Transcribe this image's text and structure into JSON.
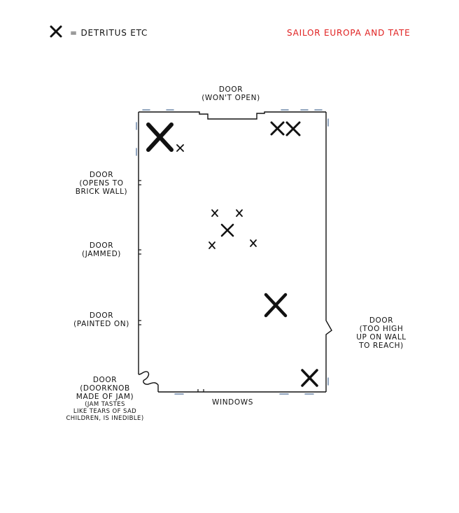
{
  "legend": {
    "text": "= Detritus etc",
    "icon": "x-mark-icon"
  },
  "credit": {
    "text": "Sailor Europa and Tate",
    "color": "#e02020"
  },
  "doors": {
    "top": [
      "Door",
      "(won't open)"
    ],
    "left_1": [
      "Door",
      "(Opens to",
      "brick wall)"
    ],
    "left_2": [
      "Door",
      "(Jammed)"
    ],
    "left_3": [
      "Door",
      "(painted on)"
    ],
    "bottom_left": [
      "Door",
      "(Doorknob",
      "made of jam)"
    ],
    "bottom_left_note": [
      "(Jam tastes",
      "like tears of sad",
      "children, is inedible)"
    ],
    "right": [
      "Door",
      "(too high",
      "up on wall",
      "to reach)"
    ]
  },
  "windows": {
    "label": "Windows"
  },
  "colors": {
    "ink": "#111111",
    "window_blue": "#6b86a8"
  }
}
